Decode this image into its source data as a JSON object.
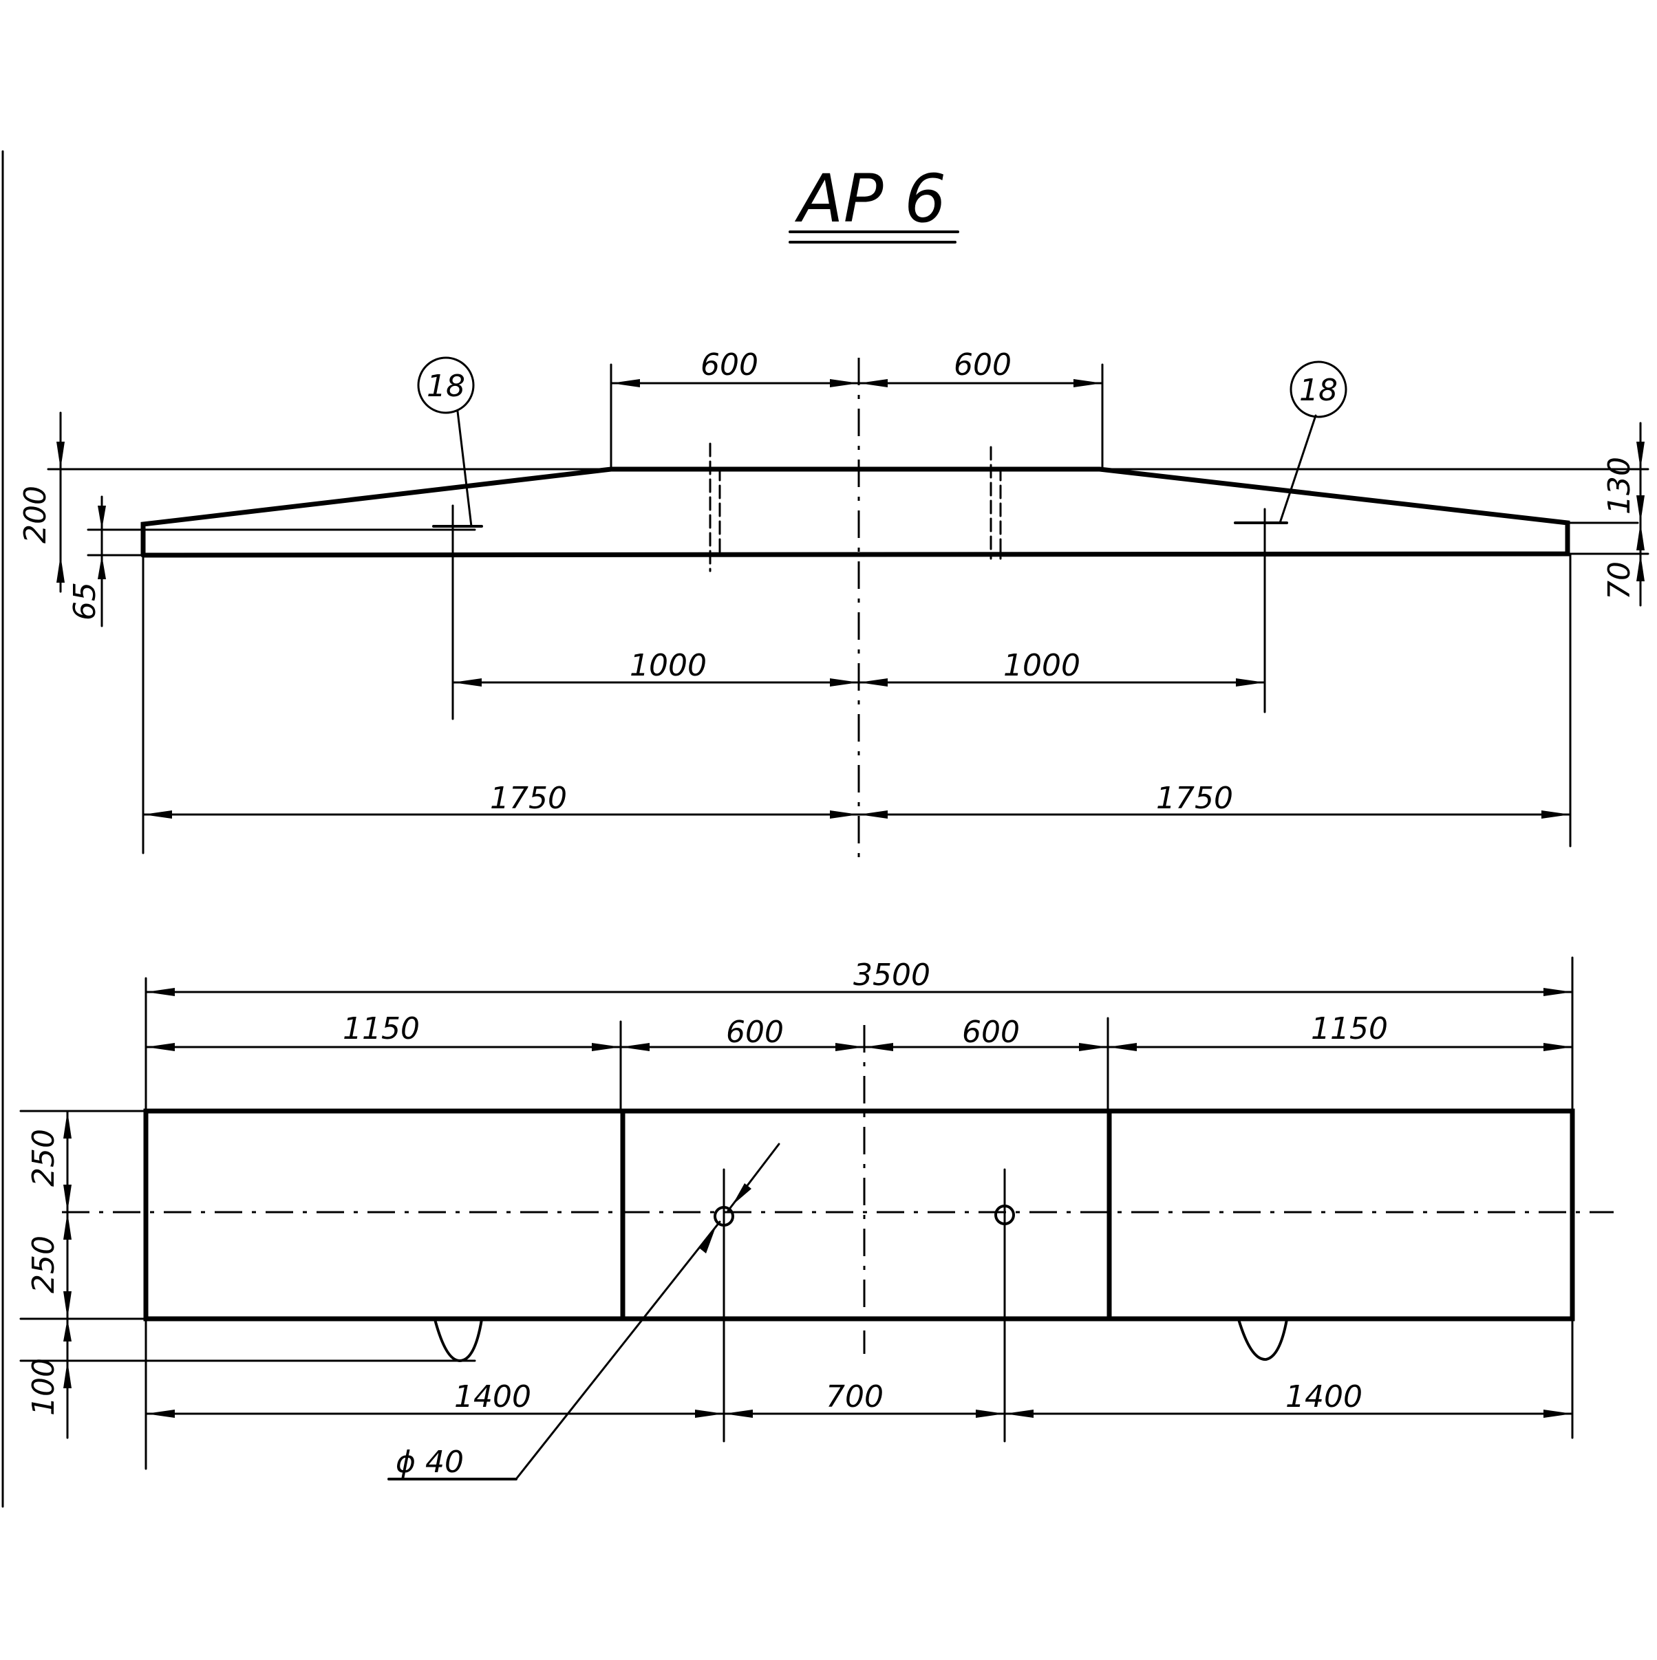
{
  "title": "AP 6",
  "elevation": {
    "top_dims": [
      "600",
      "600"
    ],
    "mark_left": "18",
    "mark_right": "18",
    "left_heights": [
      "200",
      "65"
    ],
    "right_heights": [
      "130",
      "70"
    ],
    "mid_dims": [
      "1000",
      "1000"
    ],
    "bottom_dims": [
      "1750",
      "1750"
    ]
  },
  "plan": {
    "overall": "3500",
    "segments": [
      "1150",
      "600",
      "600",
      "1150"
    ],
    "left_heights": [
      "250",
      "250",
      "100"
    ],
    "bottom_dims": [
      "1400",
      "700",
      "1400"
    ],
    "hole_label": "ϕ 40"
  }
}
